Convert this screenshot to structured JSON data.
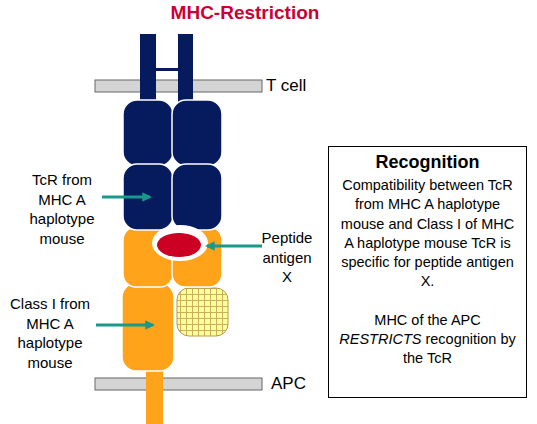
{
  "diagram": {
    "title": "MHC-Restriction",
    "nodes": [
      {
        "text": [
          "Recognition",
          "Compatibility between TcR from MHC A haplotype mouse and Class I of MHC A haplotype mouse TcR is specific for peptide antigen X.",
          "MHC of the APC RESTRICTS recognition by the TcR"
        ]
      }
    ],
    "labels": [
      "T cell",
      "TcR from MHC A haplotype mouse",
      "Peptide antigen X",
      "Class I from MHC A haplotype mouse",
      "APC"
    ]
  }
}
